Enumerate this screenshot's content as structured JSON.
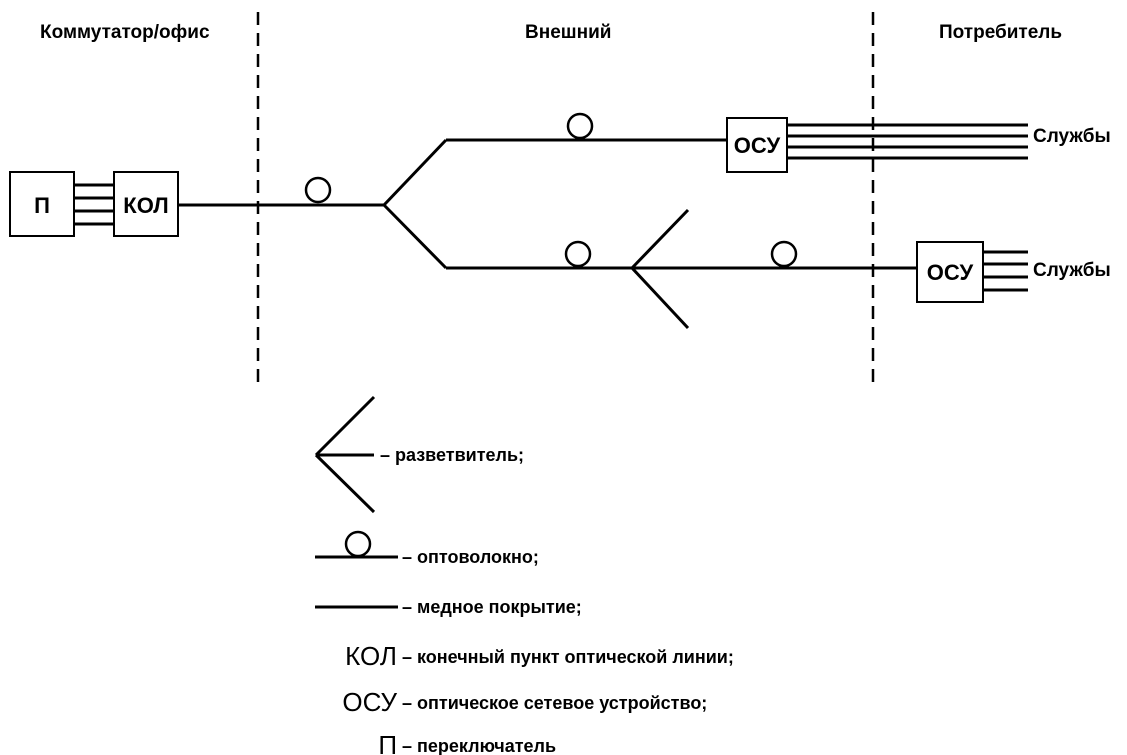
{
  "sections": {
    "office": "Коммутатор/офис",
    "outside": "Внешний",
    "consumer": "Потребитель"
  },
  "devices": {
    "switch": "П",
    "olt": "КОЛ",
    "onu_top": "ОСУ",
    "onu_bottom": "ОСУ"
  },
  "services": {
    "top": "Службы",
    "bottom": "Службы"
  },
  "legend": {
    "splitter": "– разветвитель;",
    "fiber": "– оптоволокно;",
    "copper": "– медное покрытие;",
    "olt_symbol": "КОЛ",
    "olt_text": "– конечный пункт оптической линии;",
    "onu_symbol": "ОСУ",
    "onu_text": "– оптическое сетевое устройство;",
    "switch_symbol": "П",
    "switch_text": "– переключатель"
  }
}
